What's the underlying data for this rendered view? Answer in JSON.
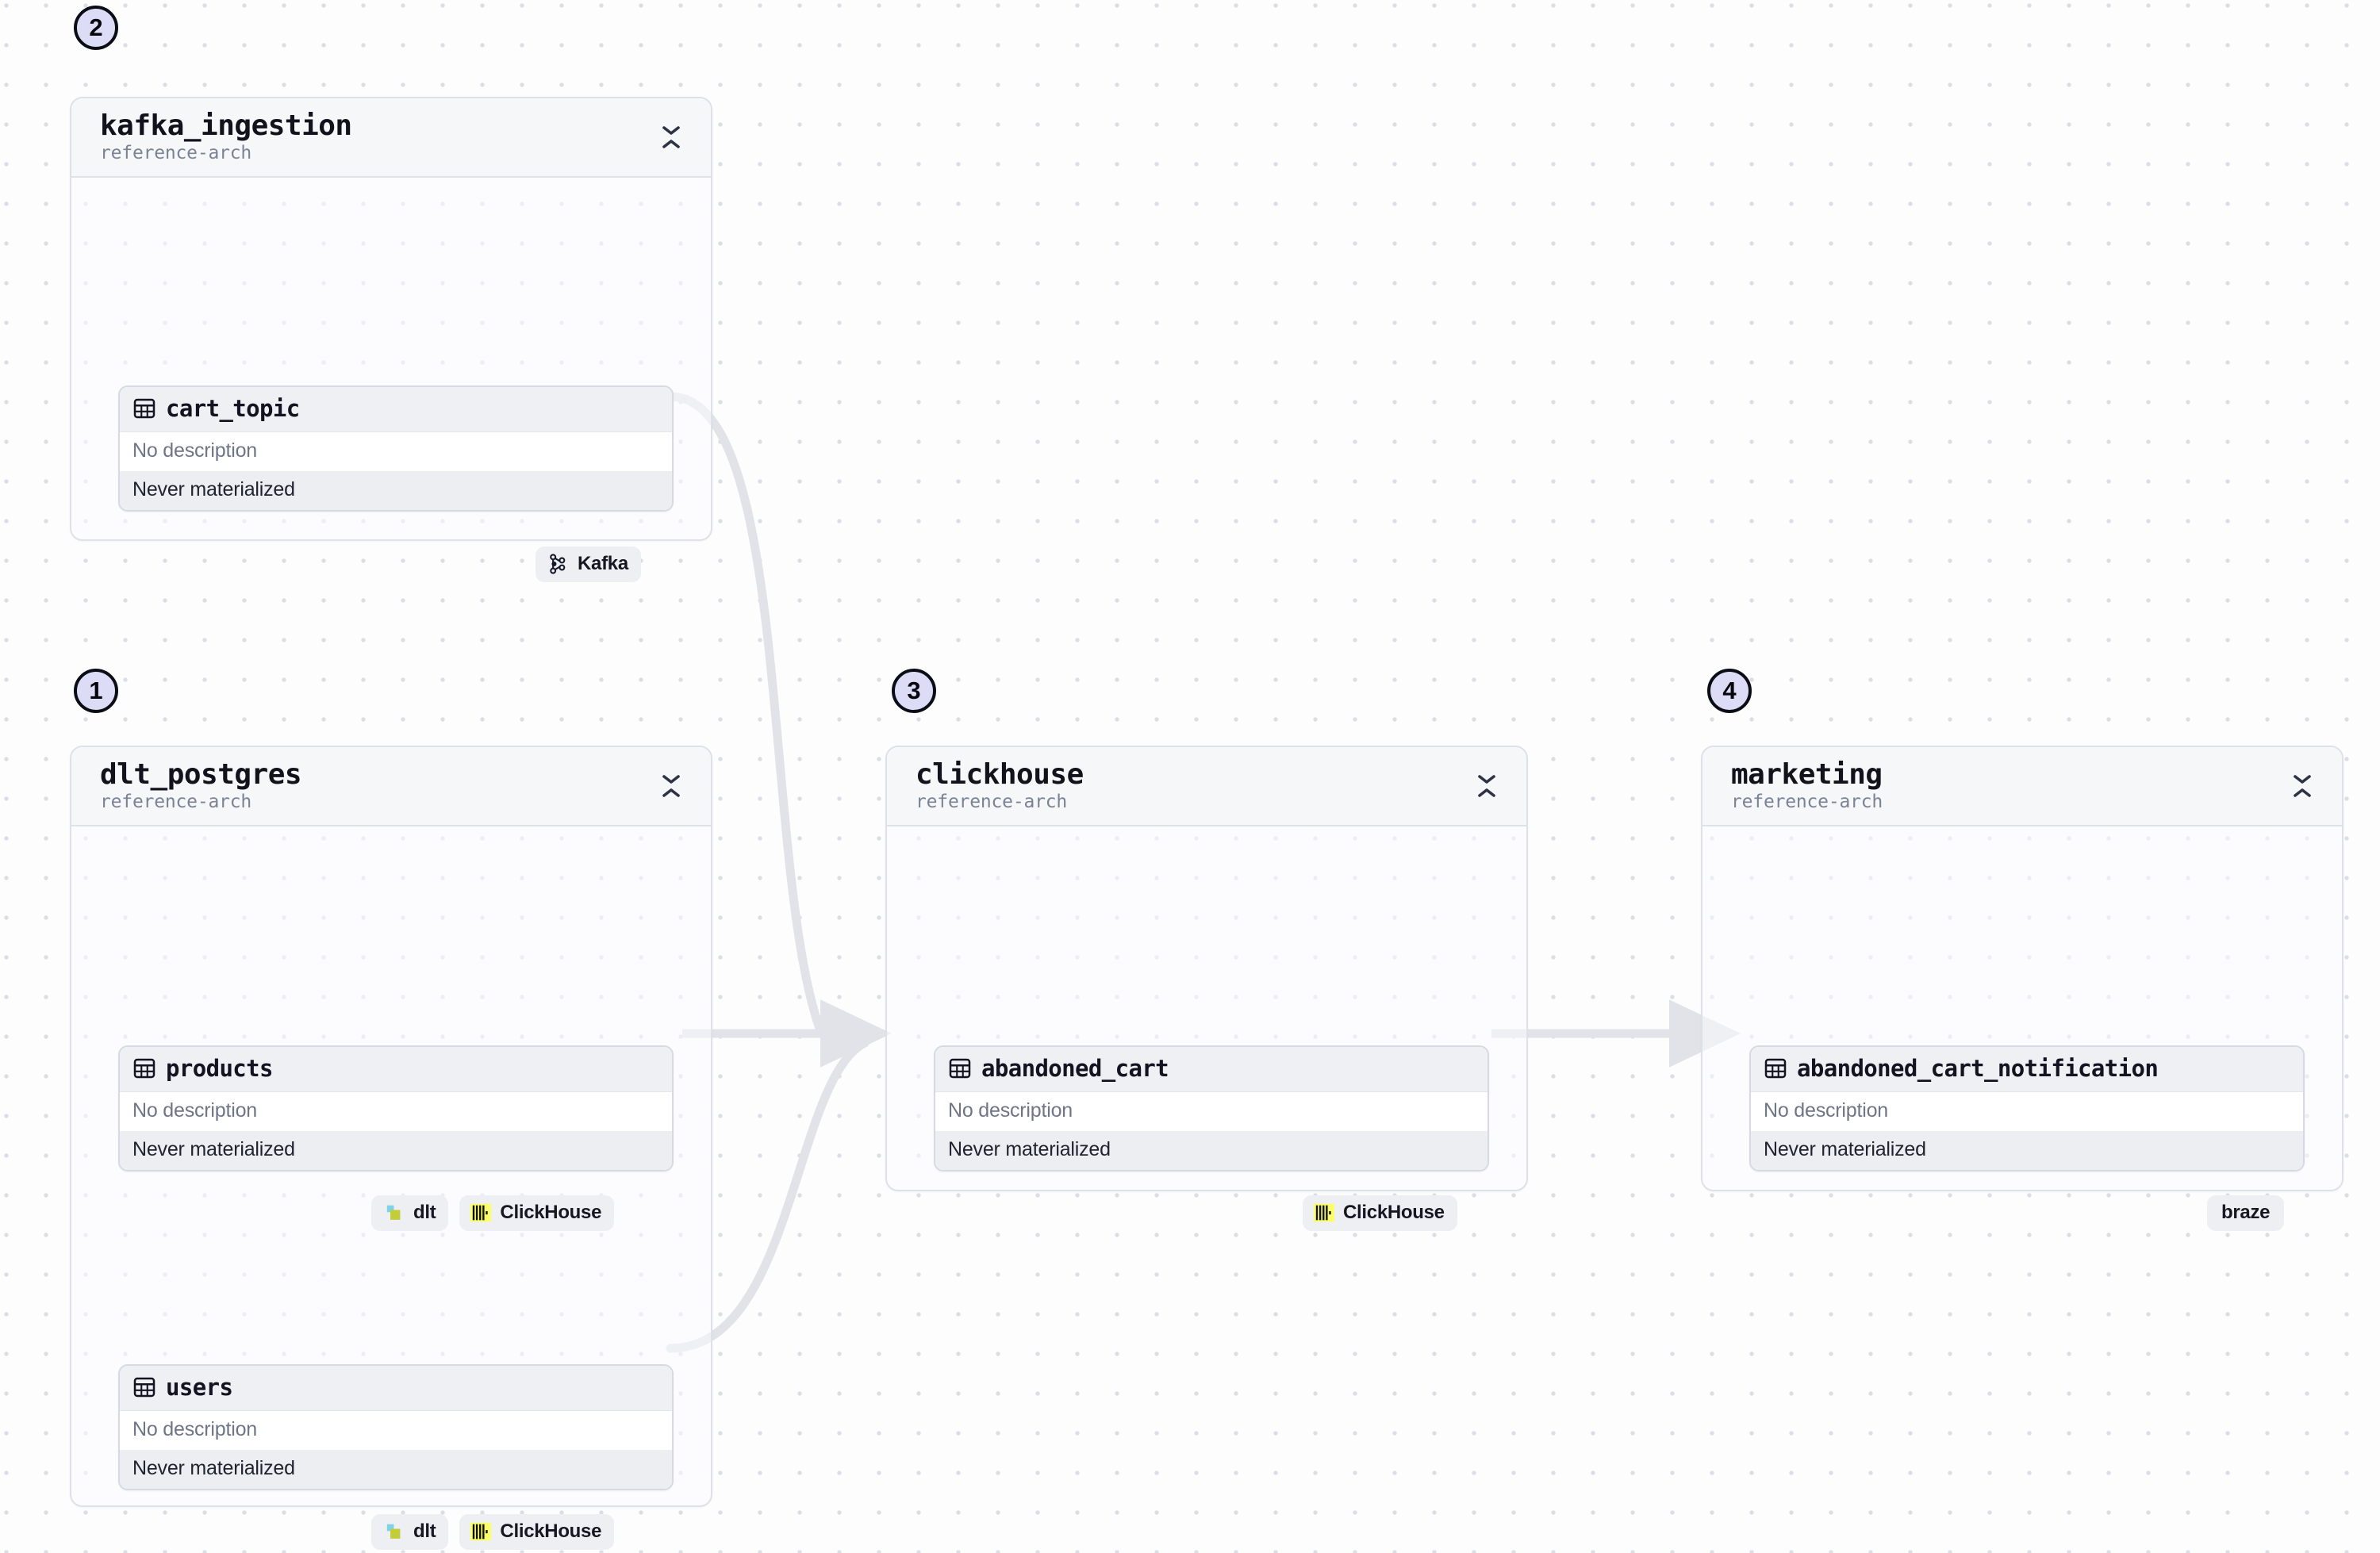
{
  "canvas": {
    "background": "#fdfdfe",
    "grid_dot_color": "#dcdee6",
    "edge_color": "#e1e3e9"
  },
  "theme": {
    "accent_badge_fill": "#dcdcf7",
    "badge_border": "#0b0d14",
    "card_border": "#dfe1e8",
    "card_header_bg": "#f6f7f9",
    "asset_header_bg": "#eef0f3",
    "asset_mat_bg": "#eceef2",
    "chip_bg": "#eeeff2",
    "clickhouse_yellow": "#faff69",
    "dlt_cyan": "#7fd3e8",
    "dlt_olive": "#c2cd3a"
  },
  "step_badges": [
    {
      "label": "2",
      "name": "step-badge-2"
    },
    {
      "label": "1",
      "name": "step-badge-1"
    },
    {
      "label": "3",
      "name": "step-badge-3"
    },
    {
      "label": "4",
      "name": "step-badge-4"
    }
  ],
  "groups": [
    {
      "id": "kafka_ingestion",
      "title": "kafka_ingestion",
      "subtitle": "reference-arch",
      "collapse_icon": "collapse-vertical-icon",
      "assets": [
        {
          "name": "cart_topic",
          "icon": "table-icon",
          "description": "No description",
          "materialization": "Never materialized",
          "chips": [
            {
              "label": "Kafka",
              "icon": "kafka-icon"
            }
          ]
        }
      ]
    },
    {
      "id": "dlt_postgres",
      "title": "dlt_postgres",
      "subtitle": "reference-arch",
      "collapse_icon": "collapse-vertical-icon",
      "assets": [
        {
          "name": "products",
          "icon": "table-icon",
          "description": "No description",
          "materialization": "Never materialized",
          "chips": [
            {
              "label": "dlt",
              "icon": "dlt-icon"
            },
            {
              "label": "ClickHouse",
              "icon": "clickhouse-icon"
            }
          ]
        },
        {
          "name": "users",
          "icon": "table-icon",
          "description": "No description",
          "materialization": "Never materialized",
          "chips": [
            {
              "label": "dlt",
              "icon": "dlt-icon"
            },
            {
              "label": "ClickHouse",
              "icon": "clickhouse-icon"
            }
          ]
        }
      ]
    },
    {
      "id": "clickhouse",
      "title": "clickhouse",
      "subtitle": "reference-arch",
      "collapse_icon": "collapse-vertical-icon",
      "assets": [
        {
          "name": "abandoned_cart",
          "icon": "table-icon",
          "description": "No description",
          "materialization": "Never materialized",
          "chips": [
            {
              "label": "ClickHouse",
              "icon": "clickhouse-icon"
            }
          ]
        }
      ]
    },
    {
      "id": "marketing",
      "title": "marketing",
      "subtitle": "reference-arch",
      "collapse_icon": "collapse-vertical-icon",
      "assets": [
        {
          "name": "abandoned_cart_notification",
          "icon": "table-icon",
          "description": "No description",
          "materialization": "Never materialized",
          "chips": [
            {
              "label": "braze",
              "icon": "none"
            }
          ]
        }
      ]
    }
  ],
  "edges": [
    {
      "from": "cart_topic",
      "to": "abandoned_cart"
    },
    {
      "from": "products",
      "to": "abandoned_cart"
    },
    {
      "from": "users",
      "to": "abandoned_cart"
    },
    {
      "from": "abandoned_cart",
      "to": "abandoned_cart_notification"
    }
  ]
}
